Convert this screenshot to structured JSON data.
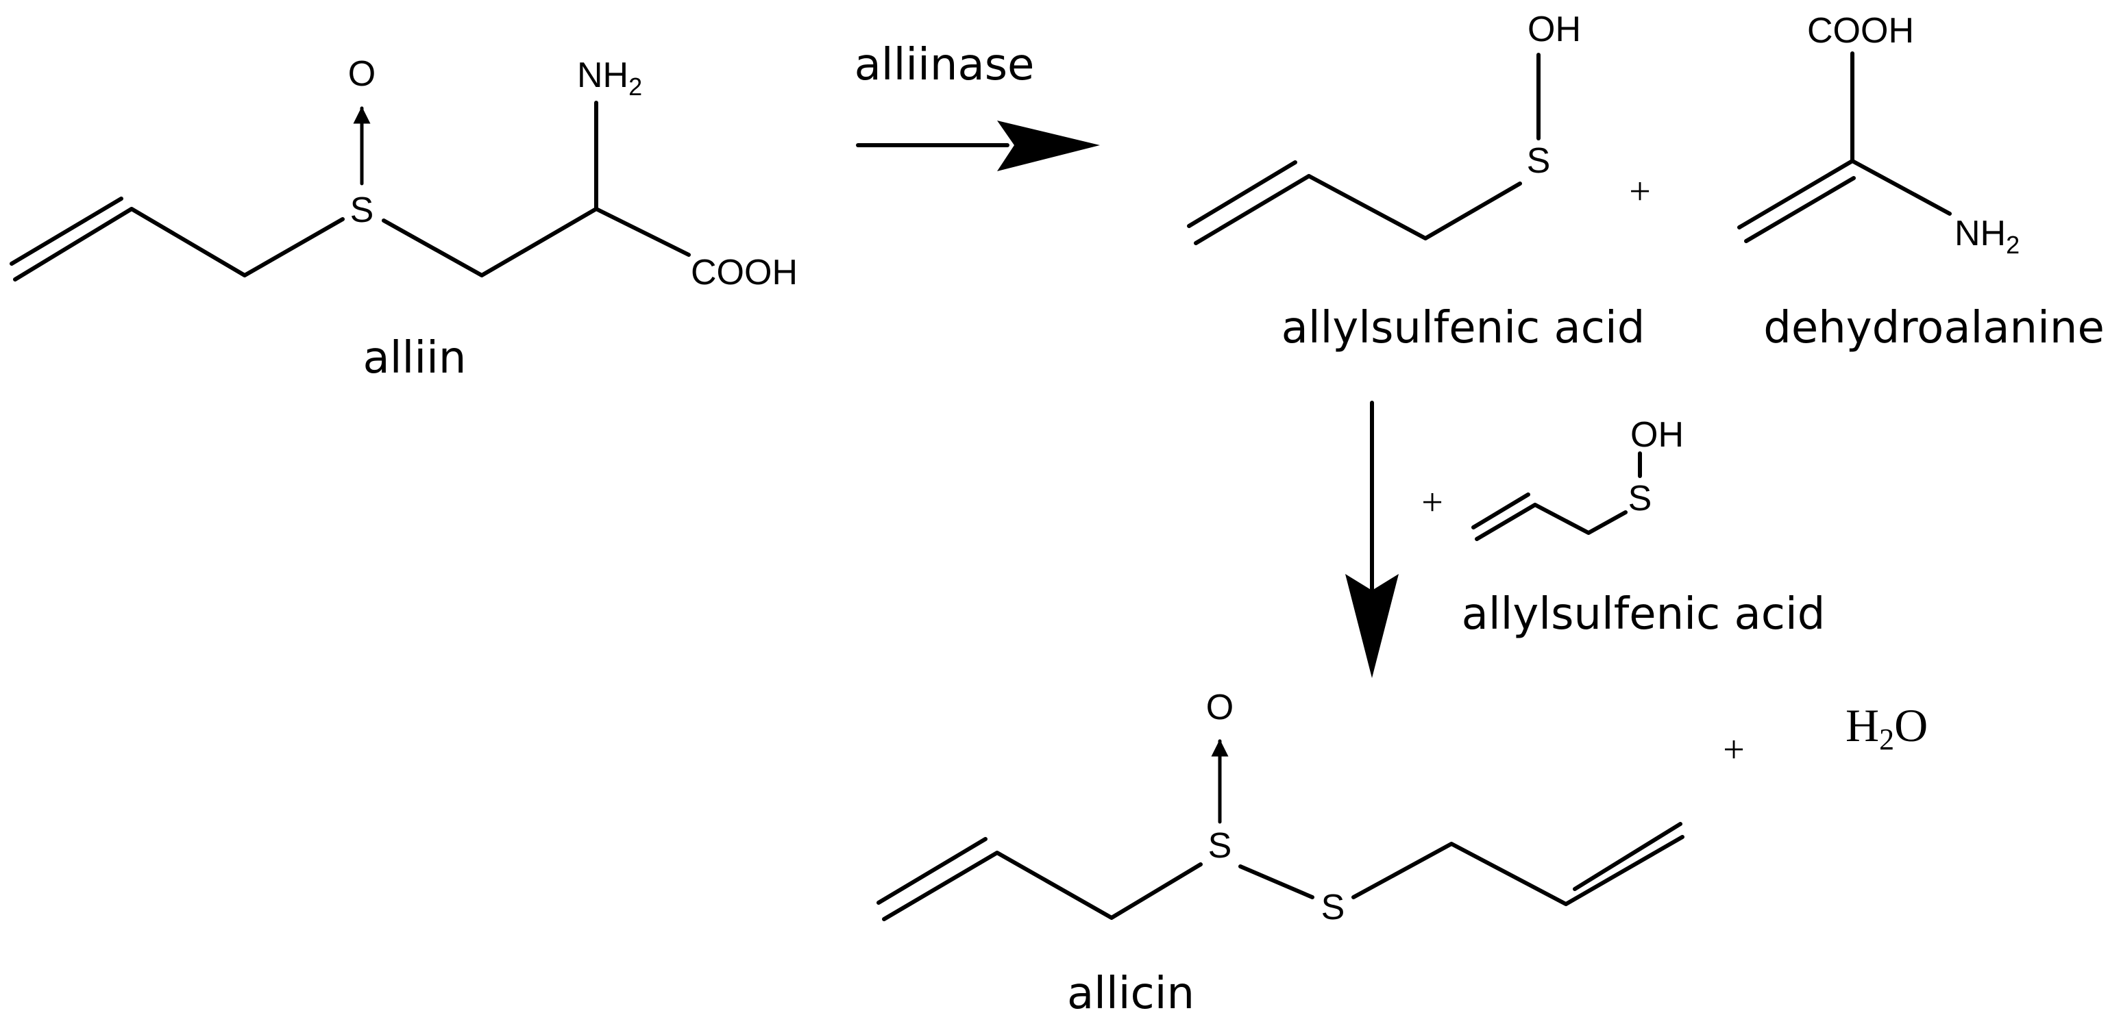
{
  "reaction": {
    "enzyme": "alliinase",
    "plus": "+"
  },
  "compounds": {
    "alliin": {
      "name": "alliin",
      "atoms": {
        "oxygen": "O",
        "sulfur": "S",
        "amine_n": "NH",
        "amine_sub": "2",
        "carboxyl": "COOH"
      }
    },
    "allylsulfenic_acid": {
      "name": "allylsulfenic acid",
      "atoms": {
        "hydroxyl": "OH",
        "sulfur": "S"
      }
    },
    "dehydroalanine": {
      "name": "dehydroalanine",
      "atoms": {
        "carboxyl": "COOH",
        "amine_n": "NH",
        "amine_sub": "2"
      }
    },
    "reagent_allylsulfenic_acid": {
      "name": "allylsulfenic acid",
      "atoms": {
        "hydroxyl": "OH",
        "sulfur": "S"
      }
    },
    "allicin": {
      "name": "allicin",
      "atoms": {
        "oxygen": "O",
        "sulfur_1": "S",
        "sulfur_2": "S"
      }
    },
    "water": {
      "h": "H",
      "sub": "2",
      "o": "O"
    }
  }
}
